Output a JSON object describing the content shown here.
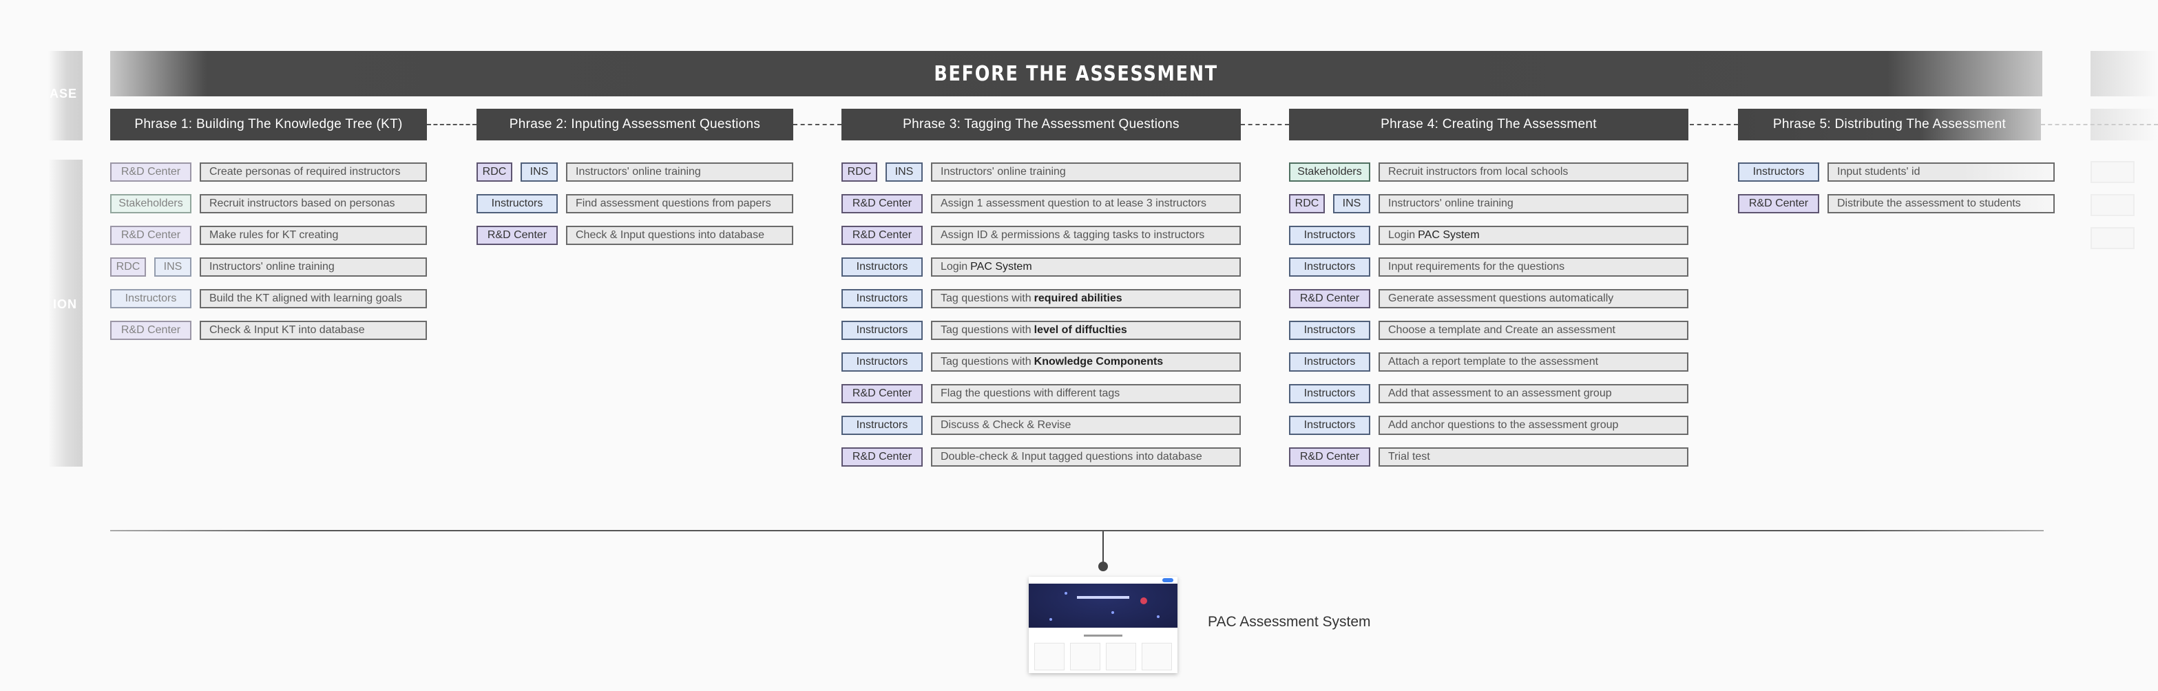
{
  "banner": {
    "title": "BEFORE THE ASSESSMENT"
  },
  "ghost": {
    "left_top": "ASE",
    "left_bottom": "ION"
  },
  "phases": [
    {
      "title": "Phrase 1: Building The Knowledge Tree (KT)",
      "rows": [
        {
          "tags": [
            {
              "label": "R&D Center",
              "kind": "rd"
            }
          ],
          "task": "Create personas of required instructors"
        },
        {
          "tags": [
            {
              "label": "Stakeholders",
              "kind": "stk"
            }
          ],
          "task": "Recruit instructors based on personas"
        },
        {
          "tags": [
            {
              "label": "R&D Center",
              "kind": "rd"
            }
          ],
          "task": "Make rules for KT creating"
        },
        {
          "tags": [
            {
              "label": "RDC",
              "kind": "rdc"
            },
            {
              "label": "INS",
              "kind": "ins2"
            }
          ],
          "task": "Instructors' online training"
        },
        {
          "tags": [
            {
              "label": "Instructors",
              "kind": "ins"
            }
          ],
          "task": "Build the KT aligned with learning goals"
        },
        {
          "tags": [
            {
              "label": "R&D Center",
              "kind": "rd"
            }
          ],
          "task": "Check & Input KT into database"
        }
      ]
    },
    {
      "title": "Phrase 2: Inputing Assessment Questions",
      "rows": [
        {
          "tags": [
            {
              "label": "RDC",
              "kind": "rdc"
            },
            {
              "label": "INS",
              "kind": "ins2"
            }
          ],
          "task": "Instructors' online training"
        },
        {
          "tags": [
            {
              "label": "Instructors",
              "kind": "ins"
            }
          ],
          "task": "Find assessment questions from papers"
        },
        {
          "tags": [
            {
              "label": "R&D Center",
              "kind": "rd"
            }
          ],
          "task": "Check & Input questions into database"
        }
      ]
    },
    {
      "title": "Phrase 3: Tagging The Assessment Questions",
      "rows": [
        {
          "tags": [
            {
              "label": "RDC",
              "kind": "rdc"
            },
            {
              "label": "INS",
              "kind": "ins2"
            }
          ],
          "task": "Instructors' online training"
        },
        {
          "tags": [
            {
              "label": "R&D Center",
              "kind": "rd"
            }
          ],
          "task": "Assign 1 assessment question to at lease 3 instructors"
        },
        {
          "tags": [
            {
              "label": "R&D Center",
              "kind": "rd"
            }
          ],
          "task": "Assign ID & permissions & tagging tasks to instructors"
        },
        {
          "tags": [
            {
              "label": "Instructors",
              "kind": "ins"
            }
          ],
          "task": "Login",
          "em": "PAC System"
        },
        {
          "tags": [
            {
              "label": "Instructors",
              "kind": "ins"
            }
          ],
          "task": "Tag questions with",
          "em": "required abilities",
          "bold": true
        },
        {
          "tags": [
            {
              "label": "Instructors",
              "kind": "ins"
            }
          ],
          "task": "Tag questions with",
          "em": "level of diffuclties",
          "bold": true
        },
        {
          "tags": [
            {
              "label": "Instructors",
              "kind": "ins"
            }
          ],
          "task": "Tag questions with",
          "em": "Knowledge Components",
          "bold": true
        },
        {
          "tags": [
            {
              "label": "R&D Center",
              "kind": "rd"
            }
          ],
          "task": "Flag the questions with different tags"
        },
        {
          "tags": [
            {
              "label": "Instructors",
              "kind": "ins"
            }
          ],
          "task": "Discuss & Check & Revise"
        },
        {
          "tags": [
            {
              "label": "R&D Center",
              "kind": "rd"
            }
          ],
          "task": "Double-check & Input tagged questions into database"
        }
      ]
    },
    {
      "title": "Phrase 4: Creating The Assessment",
      "rows": [
        {
          "tags": [
            {
              "label": "Stakeholders",
              "kind": "stk"
            }
          ],
          "task": "Recruit instructors from local schools"
        },
        {
          "tags": [
            {
              "label": "RDC",
              "kind": "rdc"
            },
            {
              "label": "INS",
              "kind": "ins2"
            }
          ],
          "task": "Instructors' online training"
        },
        {
          "tags": [
            {
              "label": "Instructors",
              "kind": "ins"
            }
          ],
          "task": "Login",
          "em": "PAC System"
        },
        {
          "tags": [
            {
              "label": "Instructors",
              "kind": "ins"
            }
          ],
          "task": "Input requirements for the questions"
        },
        {
          "tags": [
            {
              "label": "R&D Center",
              "kind": "rd"
            }
          ],
          "task": "Generate assessment questions automatically"
        },
        {
          "tags": [
            {
              "label": "Instructors",
              "kind": "ins"
            }
          ],
          "task": "Choose a template and Create an assessment"
        },
        {
          "tags": [
            {
              "label": "Instructors",
              "kind": "ins"
            }
          ],
          "task": "Attach a report template to the assessment"
        },
        {
          "tags": [
            {
              "label": "Instructors",
              "kind": "ins"
            }
          ],
          "task": "Add that assessment to an assessment group"
        },
        {
          "tags": [
            {
              "label": "Instructors",
              "kind": "ins"
            }
          ],
          "task": "Add anchor questions to the assessment group"
        },
        {
          "tags": [
            {
              "label": "R&D Center",
              "kind": "rd"
            }
          ],
          "task": "Trial test"
        }
      ]
    },
    {
      "title": "Phrase 5: Distributing The Assessment",
      "rows": [
        {
          "tags": [
            {
              "label": "Instructors",
              "kind": "ins"
            }
          ],
          "task": "Input students' id"
        },
        {
          "tags": [
            {
              "label": "R&D Center",
              "kind": "rd"
            }
          ],
          "task": "Distribute the assessment to students"
        }
      ]
    }
  ],
  "system": {
    "label": "PAC Assessment System"
  }
}
